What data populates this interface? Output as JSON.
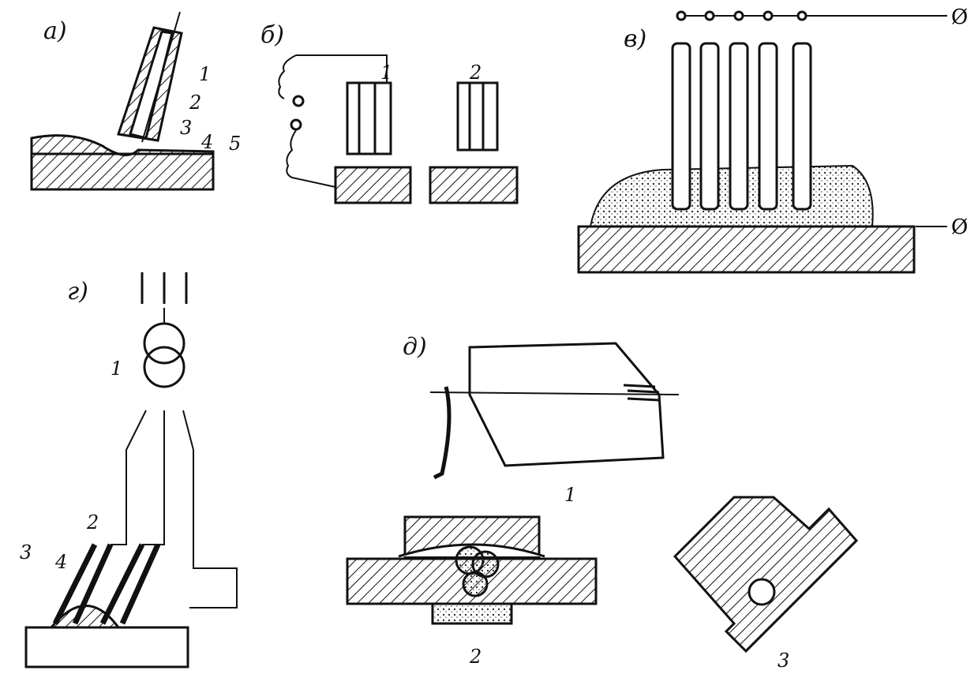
{
  "panels": {
    "a": {
      "letter": "а)",
      "labels": [
        "1",
        "2",
        "3",
        "4",
        "5"
      ]
    },
    "b": {
      "letter": "б)",
      "labels": [
        "1",
        "2"
      ]
    },
    "v": {
      "letter": "в)",
      "terminal_top": "Ø",
      "terminal_bottom": "Ø"
    },
    "g": {
      "letter": "г)",
      "labels": [
        "1",
        "2",
        "3",
        "4"
      ]
    },
    "d": {
      "letter": "д)",
      "labels": [
        "1",
        "2",
        "3"
      ]
    }
  },
  "colors": {
    "ink": "#111111",
    "paper": "#ffffff"
  }
}
